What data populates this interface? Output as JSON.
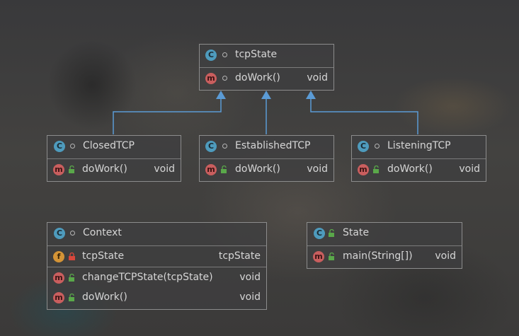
{
  "background": "blurred anime artwork behind the diagram",
  "classes": {
    "tcp_state": {
      "name": "tcpState",
      "method": {
        "name": "doWork()",
        "type": "void"
      }
    },
    "closed_tcp": {
      "name": "ClosedTCP",
      "method": {
        "name": "doWork()",
        "type": "void"
      }
    },
    "established_tcp": {
      "name": "EstablishedTCP",
      "method": {
        "name": "doWork()",
        "type": "void"
      }
    },
    "listening_tcp": {
      "name": "ListeningTCP",
      "method": {
        "name": "doWork()",
        "type": "void"
      }
    },
    "context": {
      "name": "Context",
      "field": {
        "name": "tcpState",
        "type": "tcpState"
      },
      "methods": [
        {
          "name": "changeTCPState(tcpState)",
          "type": "void"
        },
        {
          "name": "doWork()",
          "type": "void"
        }
      ]
    },
    "state": {
      "name": "State",
      "method": {
        "name": "main(String[])",
        "type": "void"
      }
    }
  },
  "icons": {
    "class": "C",
    "method": "m",
    "field": "f"
  },
  "colors": {
    "arrow": "#5b9bd5",
    "class_icon": "#4e9bbd",
    "method_icon": "#c95e5e",
    "field_icon": "#d49436",
    "public_lock": "#5aa84a",
    "private_lock": "#d8473b"
  }
}
